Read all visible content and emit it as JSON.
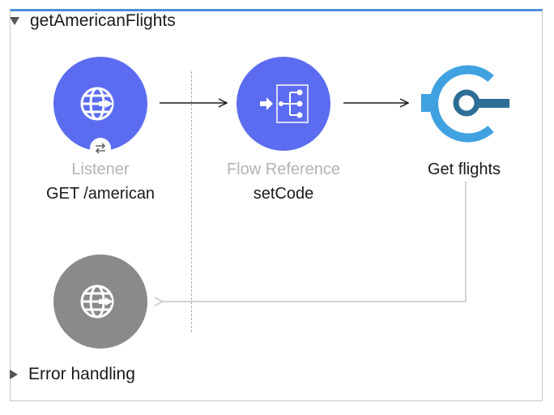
{
  "flow": {
    "title": "getAmericanFlights",
    "expanded": true
  },
  "nodes": {
    "listener": {
      "type_label": "Listener",
      "name": "GET /american",
      "icon": "globe-arrow-icon",
      "color": "#5c6cf0"
    },
    "flow_reference": {
      "type_label": "Flow Reference",
      "name": "setCode",
      "icon": "flow-reference-icon",
      "color": "#5c6cf0"
    },
    "get_flights": {
      "name": "Get flights",
      "icon": "connector-c-icon",
      "color": "#3fa1e0"
    },
    "response": {
      "icon": "globe-arrow-icon",
      "color": "#8a8a8a"
    }
  },
  "error_handling": {
    "label": "Error handling",
    "expanded": false
  },
  "colors": {
    "accent_border": "#4a90d9",
    "connector_line": "#c4c4c4",
    "arrow": "#1a1a1a"
  }
}
